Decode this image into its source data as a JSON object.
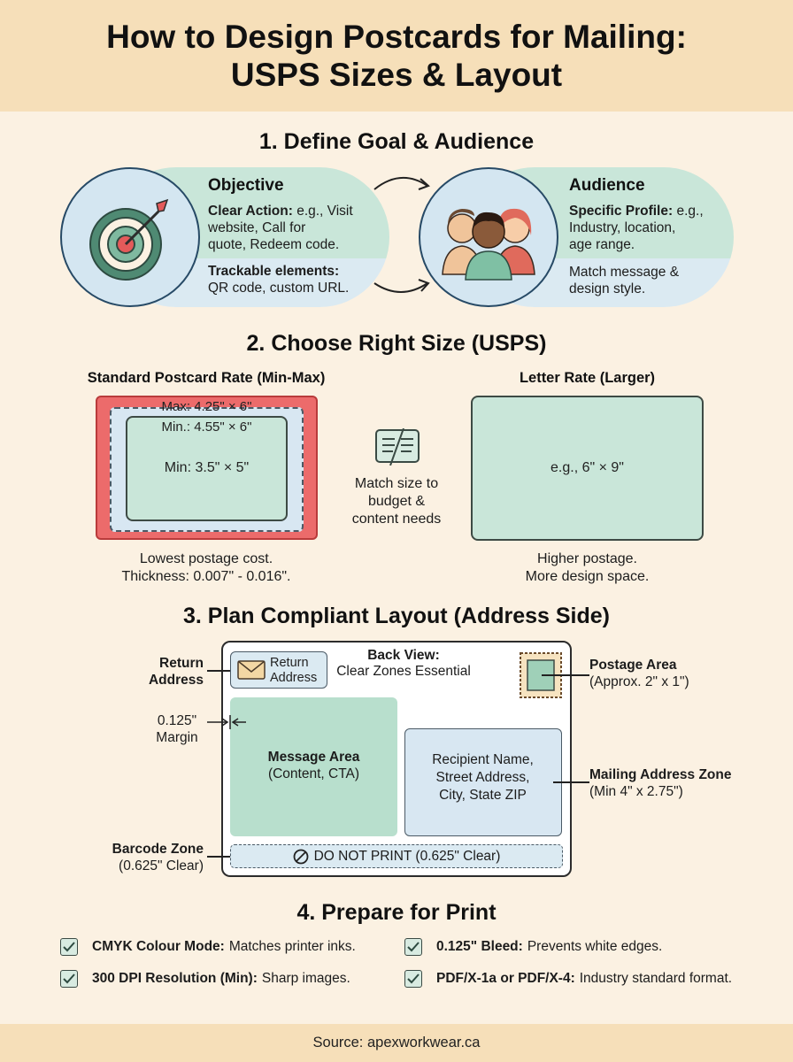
{
  "header": {
    "title_line1": "How to Design Postcards for Mailing:",
    "title_line2": "USPS Sizes & Layout"
  },
  "section1": {
    "title": "1. Define Goal & Audience",
    "objective": {
      "heading": "Objective",
      "clear_label": "Clear Action:",
      "clear_l1": " e.g., Visit",
      "clear_l2": "website, Call for",
      "clear_l3": "quote, Redeem code.",
      "track_label": "Trackable elements:",
      "track_text": "QR code, custom URL."
    },
    "audience": {
      "heading": "Audience",
      "profile_label": "Specific Profile:",
      "profile_l1": " e.g.,",
      "profile_l2": "Industry, location,",
      "profile_l3": "age range.",
      "match_l1": "Match message &",
      "match_l2": "design style."
    }
  },
  "section2": {
    "title": "2. Choose Right Size (USPS)",
    "standard_label": "Standard Postcard Rate (Min-Max)",
    "max_text": "Max: 4.25\" × 6\"",
    "mid_text": "Min.: 4.55\" × 6\"",
    "min_text": "Min: 3.5\" × 5\"",
    "standard_cap_l1": "Lowest postage cost.",
    "standard_cap_l2": "Thickness: 0.007\" - 0.016\".",
    "middle_l1": "Match size to",
    "middle_l2": "budget &",
    "middle_l3": "content needs",
    "letter_label": "Letter Rate (Larger)",
    "letter_text": "e.g., 6\" × 9\"",
    "letter_cap_l1": "Higher postage.",
    "letter_cap_l2": "More design space."
  },
  "section3": {
    "title": "3. Plan Compliant Layout (Address Side)",
    "return_ann_l1": "Return",
    "return_ann_l2": "Address",
    "margin_l1": "0.125\"",
    "margin_l2": "Margin",
    "barcode_ann_l1": "Barcode Zone",
    "barcode_ann_l2": "(0.625\" Clear)",
    "return_box_l1": "Return",
    "return_box_l2": "Address",
    "back_view_l1": "Back View:",
    "back_view_l2": "Clear Zones Essential",
    "message_l1": "Message Area",
    "message_l2": "(Content, CTA)",
    "recipient_l1": "Recipient Name,",
    "recipient_l2": "Street Address,",
    "recipient_l3": "City, State ZIP",
    "barcode_box": "DO NOT PRINT (0.625\" Clear)",
    "postage_ann_l1": "Postage Area",
    "postage_ann_l2": "(Approx. 2\" x 1\")",
    "mailing_ann_l1": "Mailing Address Zone",
    "mailing_ann_l2": "(Min 4\" x 2.75\")"
  },
  "section4": {
    "title": "4. Prepare for Print",
    "items": [
      {
        "label": "CMYK Colour Mode:",
        "text": "Matches printer inks."
      },
      {
        "label": "0.125\" Bleed:",
        "text": "Prevents white edges."
      },
      {
        "label": "300 DPI Resolution (Min):",
        "text": "Sharp images."
      },
      {
        "label": "PDF/X-1a or PDF/X-4:",
        "text": "Industry standard format."
      }
    ]
  },
  "footer": {
    "source": "Source: apexworkwear.ca"
  },
  "colors": {
    "header_bg": "#f6dfb9",
    "page_bg": "#fbf1e2",
    "mint": "#c9e6d9",
    "light_blue": "#dbeaf2",
    "red": "#ec6b6b"
  }
}
